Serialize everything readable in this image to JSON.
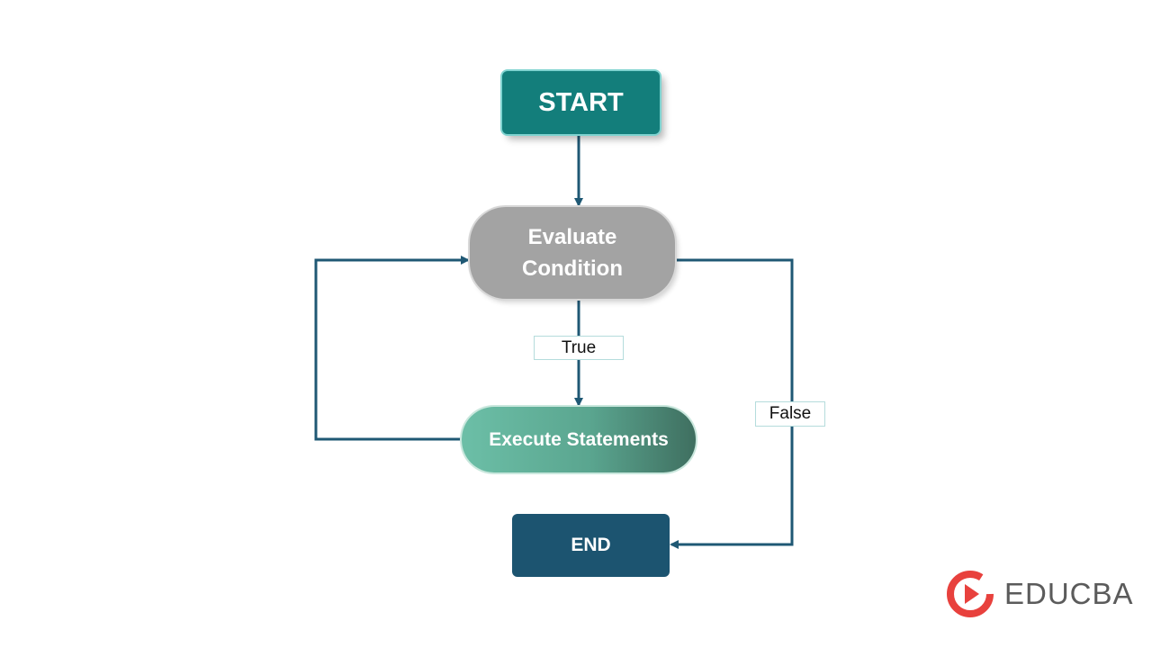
{
  "nodes": {
    "start": "START",
    "evaluate_line1": "Evaluate",
    "evaluate_line2": "Condition",
    "execute": "Execute Statements",
    "end": "END"
  },
  "edge_labels": {
    "true": "True",
    "false": "False"
  },
  "logo": {
    "text": "EDUCBA",
    "icon": "educba-play-icon"
  },
  "colors": {
    "start": "#137e7b",
    "evaluate": "#a3a3a3",
    "execute_start": "#6cbfa7",
    "execute_end": "#3f6f60",
    "end": "#1c5470",
    "connector": "#1f5874",
    "logo_red": "#e8413d"
  }
}
